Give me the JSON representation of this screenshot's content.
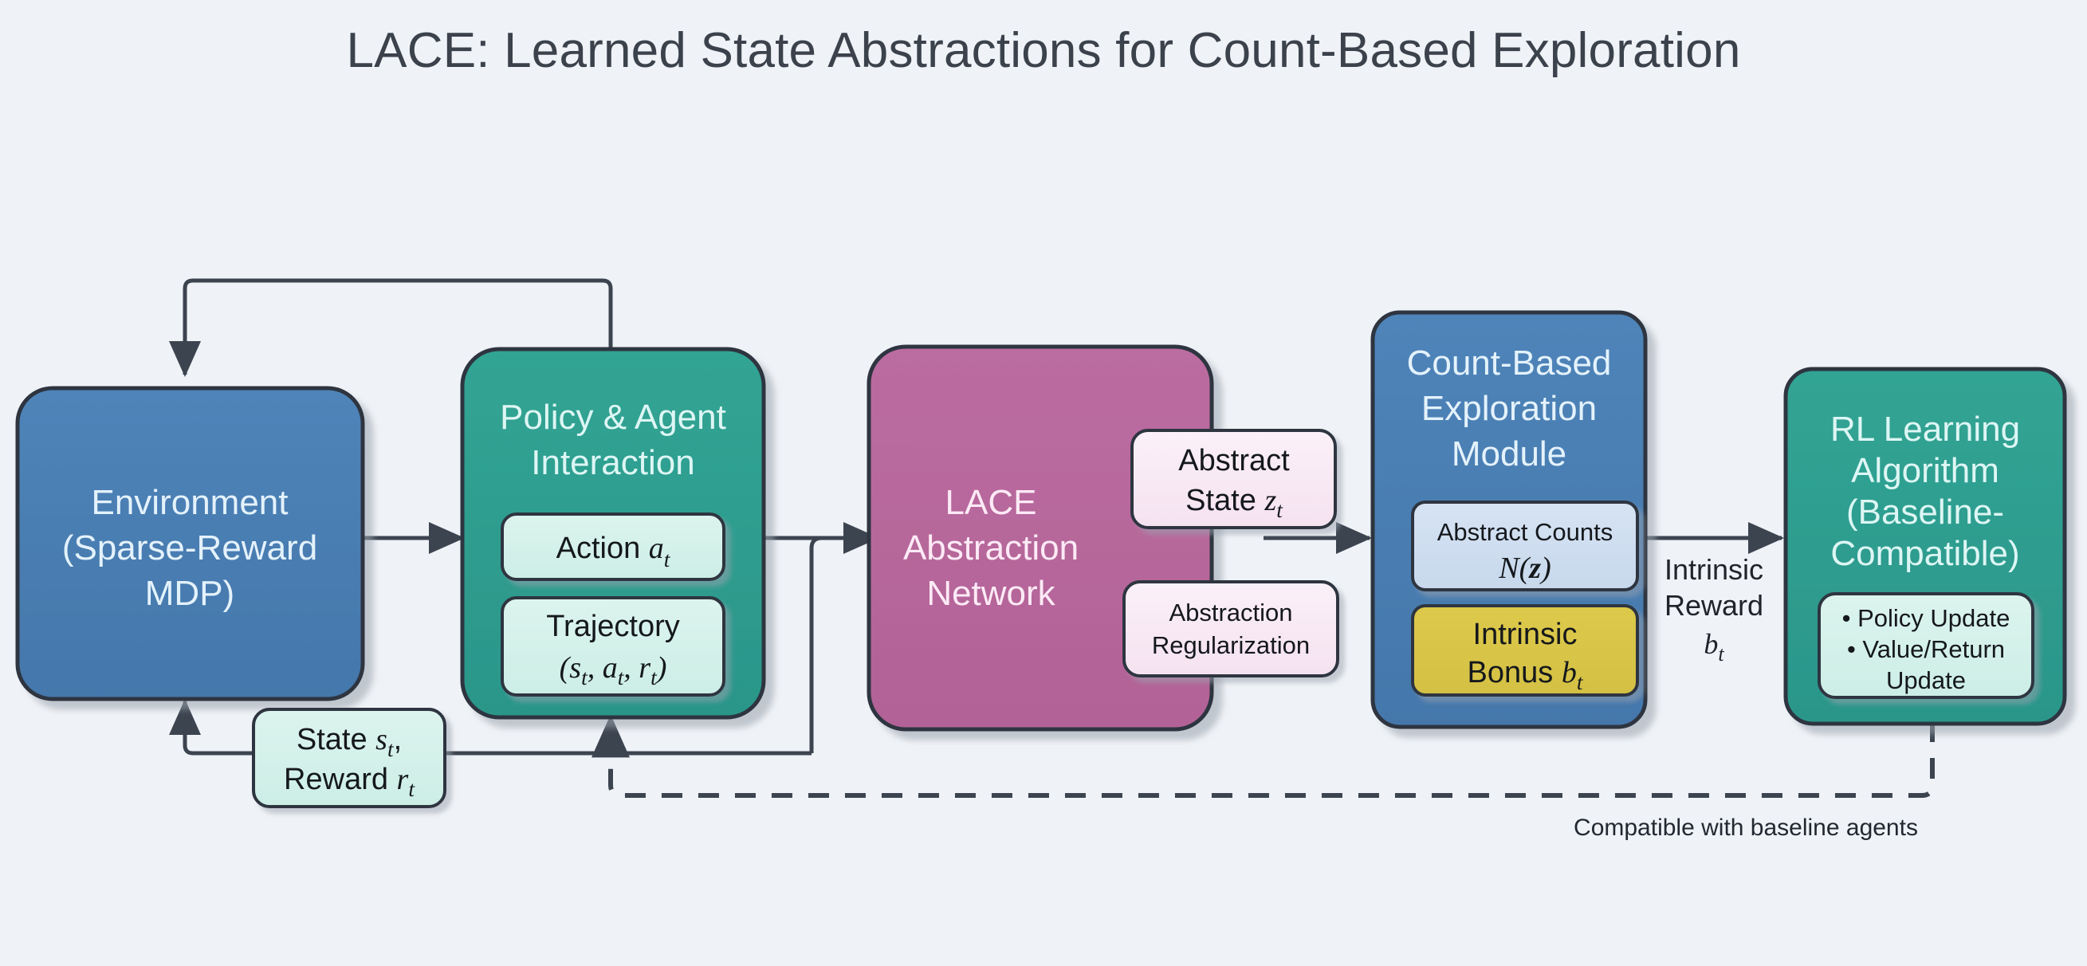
{
  "title": "LACE: Learned State Abstractions for Count-Based Exploration",
  "colors": {
    "background": "#eff2f6",
    "blue": "#4a7fb5",
    "teal": "#2e9e8f",
    "magenta": "#b8679b",
    "mint": "#d4f0ea",
    "pink_light": "#f9e8f4",
    "blue_light": "#ccdcef",
    "gold": "#d9c548",
    "stroke": "#2d3540",
    "title_text": "#3b424c"
  },
  "nodes": {
    "environment": {
      "name": "Environment",
      "lines": [
        "Environment",
        "(Sparse-Reward",
        "MDP)"
      ]
    },
    "policy": {
      "name": "Policy & Agent Interaction",
      "lines": [
        "Policy & Agent",
        "Interaction"
      ],
      "sub": [
        {
          "name": "action",
          "text_plain": "Action ",
          "math_base": "a",
          "math_sub": "t"
        },
        {
          "name": "trajectory",
          "line1": "Trajectory",
          "line2": "(s_t, a_t, r_t)"
        }
      ]
    },
    "lace": {
      "name": "LACE Abstraction Network",
      "lines": [
        "LACE",
        "Abstraction",
        "Network"
      ],
      "sub": [
        {
          "name": "abstract-state",
          "line1": "Abstract",
          "line2_plain": "State ",
          "math_base": "z",
          "math_sub": "t"
        },
        {
          "name": "abstraction-regularization",
          "line1": "Abstraction",
          "line2": "Regularization"
        }
      ]
    },
    "count_based": {
      "name": "Count-Based Exploration Module",
      "lines": [
        "Count-Based",
        "Exploration",
        "Module"
      ],
      "sub": [
        {
          "name": "abstract-counts",
          "line1": "Abstract Counts",
          "math": "N(z)"
        },
        {
          "name": "intrinsic-bonus",
          "line1": "Intrinsic",
          "line2_plain": "Bonus ",
          "math_base": "b",
          "math_sub": "t"
        }
      ]
    },
    "rl_learning": {
      "name": "RL Learning Algorithm (Baseline-Compatible)",
      "lines": [
        "RL Learning",
        "Algorithm",
        "(Baseline-",
        "Compatible)"
      ],
      "sub": [
        {
          "name": "updates",
          "bullets": [
            "• Policy Update",
            "• Value/Return",
            "Update"
          ]
        }
      ]
    },
    "state_reward": {
      "name": "State / Reward",
      "line1_plain": "State ",
      "line1_math_base": "s",
      "line1_math_sub": "t",
      "line1_tail": ",",
      "line2_plain": "Reward ",
      "line2_math_base": "r",
      "line2_math_sub": "t"
    }
  },
  "edges": {
    "intrinsic_reward": {
      "name": "Intrinsic Reward b_t",
      "line1": "Intrinsic",
      "line2": "Reward",
      "math_base": "b",
      "math_sub": "t"
    },
    "baseline_caption": "Compatible with baseline agents"
  }
}
